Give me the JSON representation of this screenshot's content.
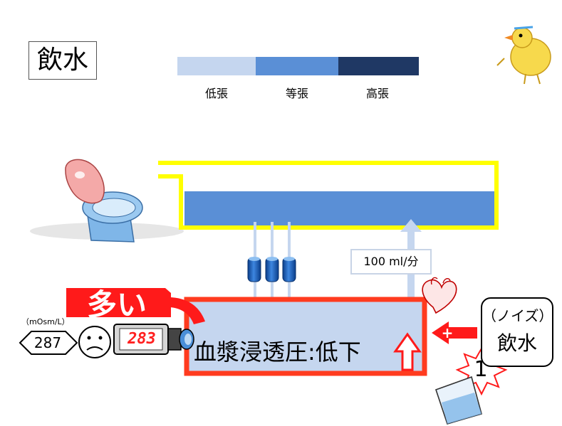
{
  "title": "飲水",
  "legend": {
    "items": [
      {
        "label": "低張",
        "color": "#c5d6ef"
      },
      {
        "label": "等張",
        "color": "#5a8fd6"
      },
      {
        "label": "高張",
        "color": "#1f3864"
      }
    ]
  },
  "colors": {
    "tank_border": "#ffff00",
    "tank_fluid": "#5a8fd6",
    "plasma_fill": "#c5d6ef",
    "plasma_border": "#ff3b1f",
    "arrow_fill": "#c5d6ef",
    "alert_red": "#ff1a1a"
  },
  "rate_label": "100 ml/分",
  "plasma_label": "血漿浸透圧:低下",
  "many_label": "多い",
  "osmolality": {
    "unit": "（mOsm/L）",
    "setpoint": "287",
    "measured": "283"
  },
  "noise": {
    "line1": "（ノイズ）",
    "line2": "飲水"
  },
  "starburst_number": "1",
  "icons": [
    "toilet-icon",
    "chick-icon",
    "heart-icon",
    "sad-face-icon",
    "osmometer-icon",
    "glass-icon",
    "aquaporin-icon"
  ]
}
